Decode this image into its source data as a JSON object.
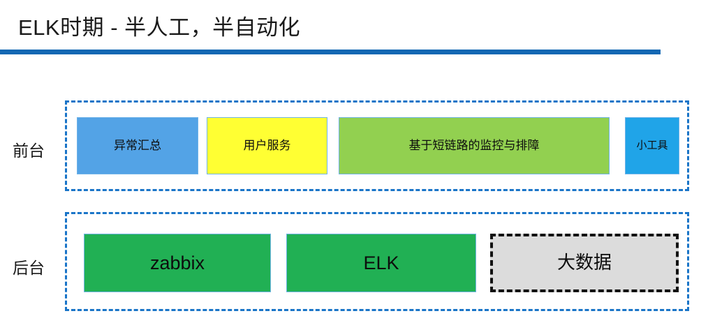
{
  "slide": {
    "title": "ELK时期 - 半人工，半自动化",
    "accent_color": "#1368B3",
    "background_color": "#ffffff"
  },
  "rows": [
    {
      "label": "前台",
      "group_border_color": "#1A75C8",
      "cards": [
        {
          "label": "异常汇总",
          "fill": "#53A3E6",
          "border": "#6FB3E8",
          "style": "solid"
        },
        {
          "label": "用户服务",
          "fill": "#FFFF33",
          "border": "#6FB3E8",
          "style": "solid"
        },
        {
          "label": "基于短链路的监控与排障",
          "fill": "#92D050",
          "border": "#6FB3E8",
          "style": "solid"
        },
        {
          "label": "小工具",
          "fill": "#20A4E8",
          "border": "#6FB3E8",
          "style": "solid"
        }
      ]
    },
    {
      "label": "后台",
      "group_border_color": "#1A75C8",
      "cards": [
        {
          "label": "zabbix",
          "fill": "#21B054",
          "border": "#6FB3E8",
          "style": "solid"
        },
        {
          "label": "ELK",
          "fill": "#21B054",
          "border": "#6FB3E8",
          "style": "solid"
        },
        {
          "label": "大数据",
          "fill": "#DCDCDC",
          "border": "#111111",
          "style": "dashed"
        }
      ]
    }
  ]
}
